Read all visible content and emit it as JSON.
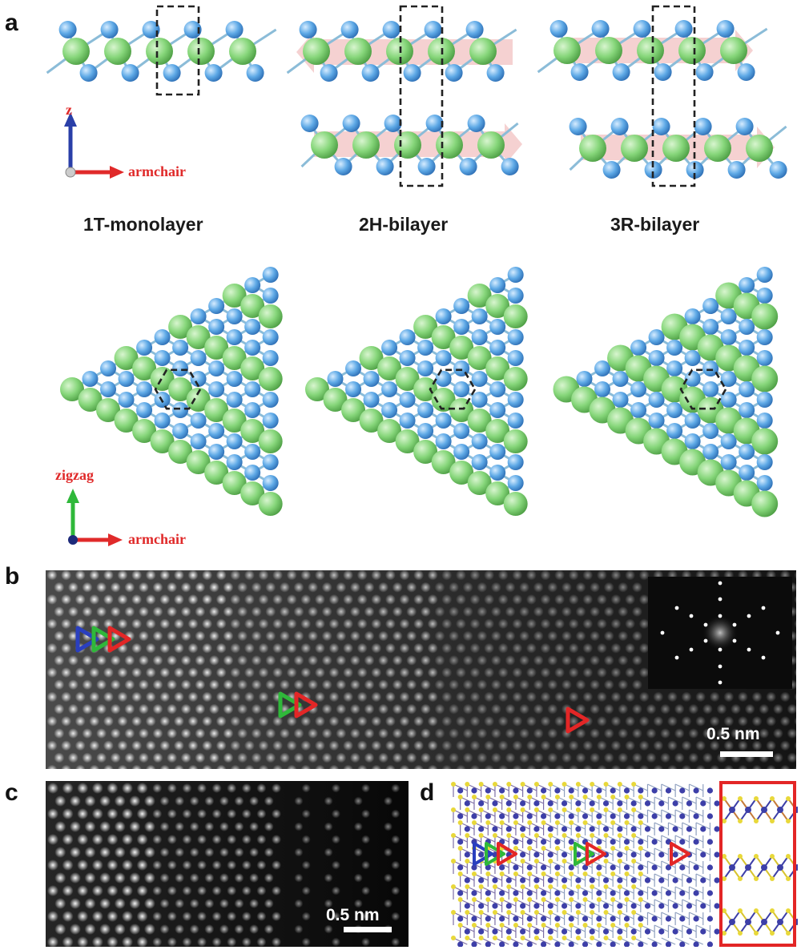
{
  "panels": {
    "a": {
      "letter": "a",
      "titles": [
        "1T-monolayer",
        "2H-bilayer",
        "3R-bilayer"
      ],
      "axes_side": {
        "up": "z",
        "right": "armchair"
      },
      "axes_top": {
        "up": "zigzag",
        "right": "armchair"
      }
    },
    "b": {
      "letter": "b",
      "scale_label": "0.5 nm"
    },
    "c": {
      "letter": "c",
      "scale_label": "0.5 nm"
    },
    "d": {
      "letter": "d"
    }
  },
  "colors": {
    "metal_atom": "#86d67a",
    "chalcogen_atom": "#5ea9e6",
    "marker_blue": "#2a3fbf",
    "marker_green": "#2fb83a",
    "marker_red": "#e32626",
    "axis_text": "#e02a2a"
  }
}
